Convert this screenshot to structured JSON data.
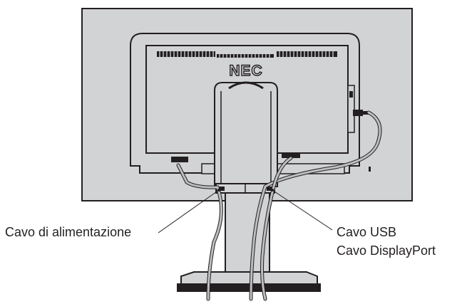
{
  "brand_logo": "NEC",
  "callouts": {
    "power_cable": "Cavo di alimentazione",
    "usb_cable": "Cavo USB",
    "displayport_cable": "Cavo DisplayPort"
  },
  "colors": {
    "monitor_fill": "#d2d3d5",
    "outline": "#231f20",
    "cable": "#bcbec0",
    "leader_line": "#231f20"
  }
}
